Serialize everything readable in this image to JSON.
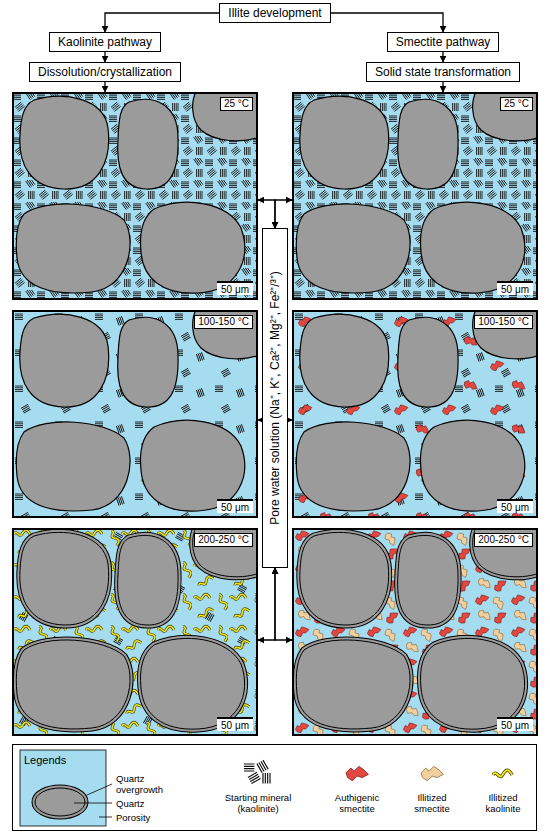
{
  "diagram": {
    "nodes": [
      {
        "text": [
          "Illite development"
        ]
      },
      {
        "text": [
          "Kaolinite pathway"
        ]
      },
      {
        "text": [
          "Smectite pathway"
        ]
      },
      {
        "text": [
          "Dissolution/crystallization"
        ]
      },
      {
        "text": [
          "Solid state transformation"
        ]
      },
      {
        "text": [
          "25 °C",
          "50 μm"
        ]
      },
      {
        "text": [
          "25 °C",
          "50 μm"
        ]
      },
      {
        "text": [
          "Pore water solution (Na⁺, K⁺, Ca²⁺, Mg²⁺, Fe²⁺/³⁺)"
        ]
      },
      {
        "text": [
          "100-150 °C",
          "50 μm"
        ]
      },
      {
        "text": [
          "100-150 °C",
          "50 μm"
        ]
      },
      {
        "text": [
          "200-250 °C",
          "50 μm"
        ]
      },
      {
        "text": [
          "200-250 °C",
          "50 μm"
        ]
      },
      {
        "text": [
          "Legends"
        ]
      }
    ],
    "edges": [
      {
        "from": 0,
        "to": 1,
        "arrow": "to"
      },
      {
        "from": 0,
        "to": 2,
        "arrow": "to"
      },
      {
        "from": 1,
        "to": 3,
        "arrow": "to"
      },
      {
        "from": 2,
        "to": 4,
        "arrow": "to"
      },
      {
        "from": 3,
        "to": 5,
        "arrow": "to"
      },
      {
        "from": 4,
        "to": 6,
        "arrow": "to"
      },
      {
        "from": 7,
        "to": 5,
        "arrow": "both"
      },
      {
        "from": 7,
        "to": 6,
        "arrow": "both"
      },
      {
        "from": 7,
        "to": 8,
        "arrow": "to"
      },
      {
        "from": 7,
        "to": 9,
        "arrow": "to"
      },
      {
        "from": 7,
        "to": 10,
        "arrow": "both"
      },
      {
        "from": 7,
        "to": 11,
        "arrow": "both"
      }
    ],
    "legend": [
      {
        "text": "Quartz overgrowth"
      },
      {
        "text": "Quartz"
      },
      {
        "text": "Porosity"
      },
      {
        "text": "Starting mineral (kaolinite)"
      },
      {
        "text": "Authigenic smectite"
      },
      {
        "text": "Illitized smectite"
      },
      {
        "text": "Illitized kaolinite"
      }
    ]
  }
}
